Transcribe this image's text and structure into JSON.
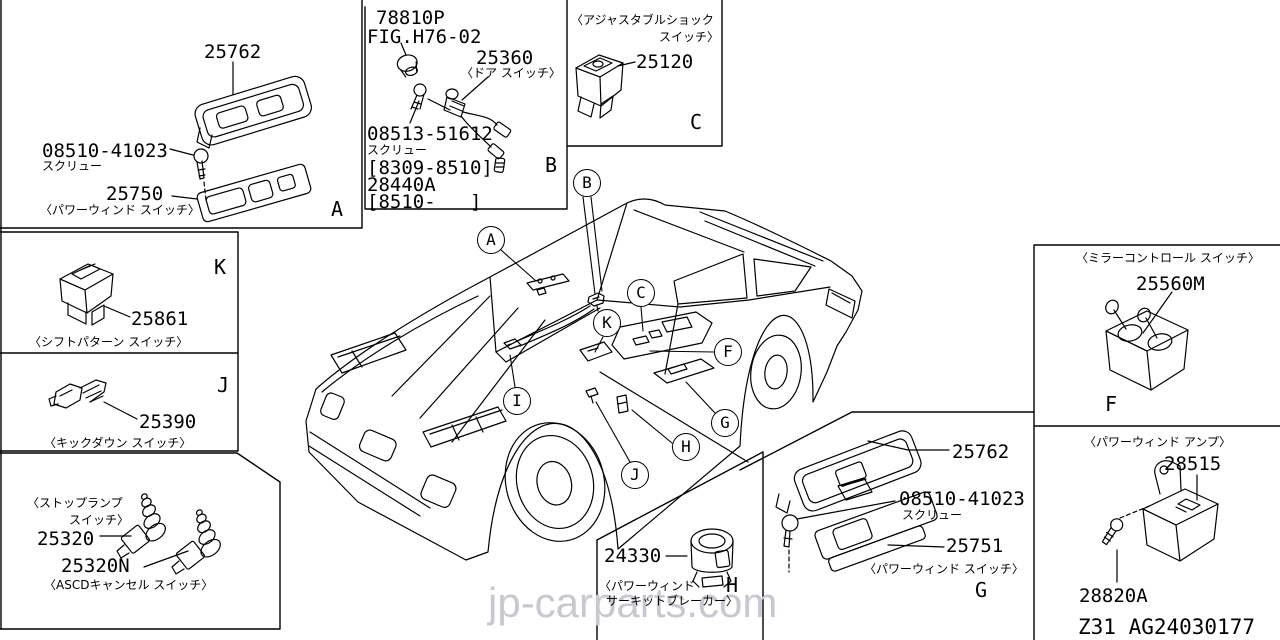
{
  "watermark": "jp-carparts.com",
  "footer_code": "Z31  AG24030177",
  "colors": {
    "line": "#000000",
    "watermark": "#c7c8d0",
    "background": "#ffffff"
  },
  "callouts": [
    {
      "letter": "A"
    },
    {
      "letter": "B"
    },
    {
      "letter": "C"
    },
    {
      "letter": "K"
    },
    {
      "letter": "F"
    },
    {
      "letter": "I"
    },
    {
      "letter": "G"
    },
    {
      "letter": "H"
    },
    {
      "letter": "J"
    }
  ],
  "sections": {
    "power_window_front": {
      "letter": "A",
      "finisher_code": "25762",
      "screw_code": "08510-41023",
      "screw_label": "スクリュー",
      "switch_code": "25750",
      "caption": "〈パワーウィンド スイッチ〉"
    },
    "door_switch": {
      "letter": "B",
      "grommet_code": "78810P",
      "fig_ref": "FIG.H76-02",
      "switch_code": "25360",
      "caption": "〈ドア スイッチ〉",
      "screw_code": "08513-51612",
      "screw_label": "スクリュー",
      "date_range1": "[8309-8510]",
      "relay_code": "28440A",
      "date_range2": "[8510-   ]"
    },
    "adjustable_shock": {
      "letter": "C",
      "caption_line1": "〈アジャスタブルショック",
      "caption_line2": "スイッチ〉",
      "code": "25120"
    },
    "shift_pattern": {
      "letter": "K",
      "code": "25861",
      "caption": "〈シフトパターン スイッチ〉"
    },
    "kickdown": {
      "letter": "J",
      "code": "25390",
      "caption": "〈キックダウン スイッチ〉"
    },
    "stop_lamp": {
      "caption_line1": "〈ストップランプ",
      "caption_line2": "スイッチ〉",
      "code": "25320",
      "ascd_code": "25320N",
      "ascd_caption": "〈ASCDキャンセル スイッチ〉"
    },
    "circuit_breaker": {
      "letter": "H",
      "code": "24330",
      "caption_line1": "〈パワーウィンド",
      "caption_line2": "サーキットブレーカー〉"
    },
    "power_window_rear": {
      "letter": "G",
      "finisher_code": "25762",
      "screw_code": "08510-41023",
      "screw_label": "スクリュー",
      "switch_code": "25751",
      "caption": "〈パワーウィンド スイッチ〉"
    },
    "mirror_control": {
      "letter": "F",
      "caption": "〈ミラーコントロール スイッチ〉",
      "code": "25560M"
    },
    "power_window_amp": {
      "caption": "〈パワーウィンド アンプ〉",
      "amp_code": "28515",
      "screw_code": "28820A"
    }
  }
}
